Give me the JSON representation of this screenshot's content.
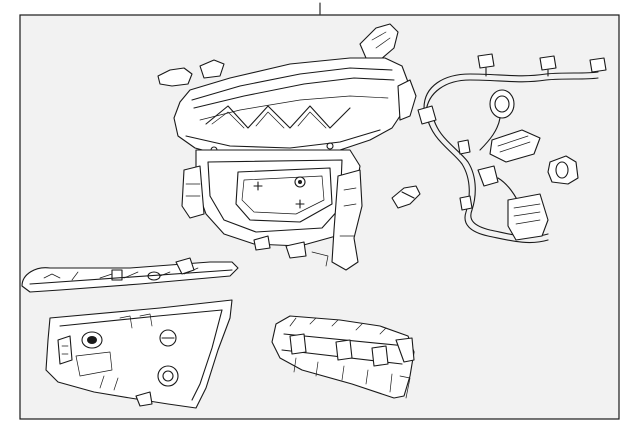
{
  "diagram": {
    "colors": {
      "frame_fill": "#f2f2f2",
      "line": "#1a1a1a",
      "part_fill": "#ffffff"
    },
    "parts": [
      {
        "name": "headlamp-assembly"
      },
      {
        "name": "wiring-harness"
      },
      {
        "name": "socket"
      },
      {
        "name": "bulb"
      },
      {
        "name": "trim-strip"
      },
      {
        "name": "lower-bracket"
      },
      {
        "name": "mounting-bracket"
      }
    ]
  }
}
